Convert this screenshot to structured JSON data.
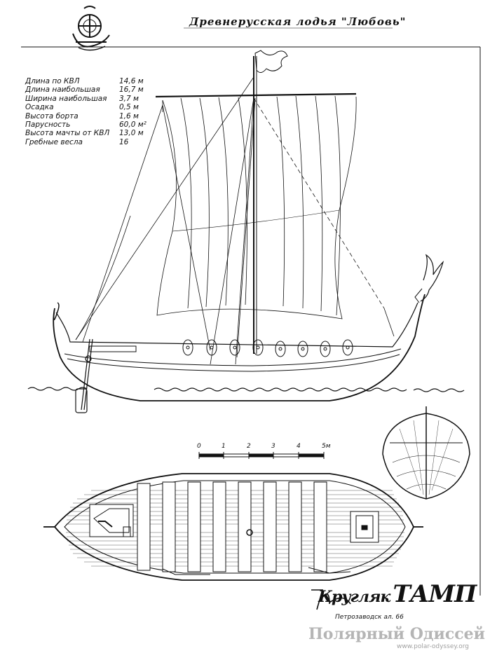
{
  "title": "Древнерусская лодья \"Любовь\"",
  "specifications": [
    {
      "label": "Длина по КВЛ",
      "value": "14,6 м"
    },
    {
      "label": "Длина наибольшая",
      "value": "16,7 м"
    },
    {
      "label": "Ширина наибольшая",
      "value": "3,7 м"
    },
    {
      "label": "Осадка",
      "value": "0,5 м"
    },
    {
      "label": "Высота борта",
      "value": "1,6 м"
    },
    {
      "label": "Парусность",
      "value": "60,0 м²"
    },
    {
      "label": "Высота мачты от КВЛ",
      "value": "13,0 м"
    },
    {
      "label": "Гребные весла",
      "value": "16"
    }
  ],
  "scale_bar": {
    "ticks": [
      "0",
      "1",
      "2",
      "3",
      "4",
      "5м"
    ]
  },
  "brand": {
    "name": "ТАМП",
    "signature": "Кругляк",
    "line1": "Петрозаводск",
    "line2": "ал. 66"
  },
  "watermark": {
    "text": "Полярный Одиссей",
    "url": "www.polar-odyssey.org"
  },
  "colors": {
    "ink": "#111111",
    "water": "#222222",
    "paper": "#ffffff"
  }
}
